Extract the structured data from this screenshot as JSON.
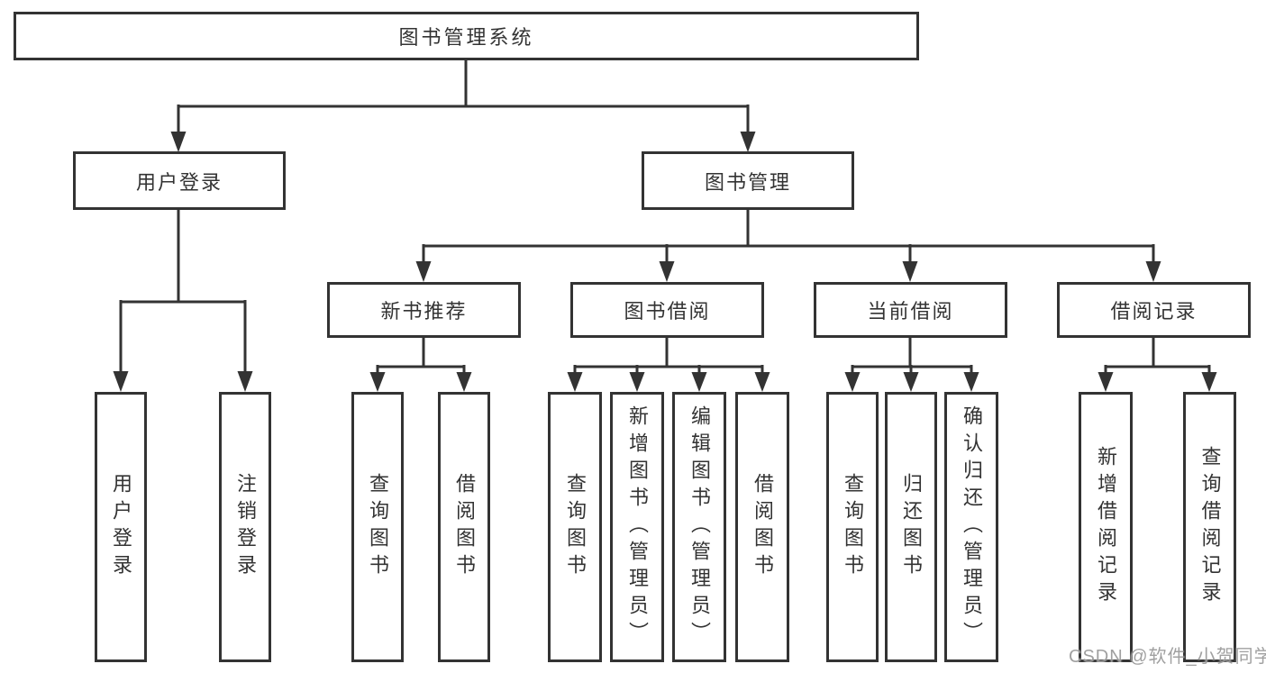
{
  "diagram": {
    "title": "图书管理系统",
    "root": {
      "label": "图书管理系统"
    },
    "level2": [
      {
        "label": "用户登录"
      },
      {
        "label": "图书管理"
      }
    ],
    "level3": [
      {
        "label": "新书推荐"
      },
      {
        "label": "图书借阅"
      },
      {
        "label": "当前借阅"
      },
      {
        "label": "借阅记录"
      }
    ],
    "leaves": {
      "user_login": [
        "用户登录",
        "注销登录"
      ],
      "new_book": [
        "查询图书",
        "借阅图书"
      ],
      "book_borrow": [
        "查询图书",
        "新增图书（管理员）",
        "编辑图书（管理员）",
        "借阅图书"
      ],
      "current_borrow": [
        "查询图书",
        "归还图书",
        "确认归还（管理员）"
      ],
      "borrow_records": [
        "新增借阅记录",
        "查询借阅记录"
      ]
    }
  },
  "watermark": "CSDN @软件_小贺同学",
  "colors": {
    "line": "#333333",
    "text": "#333333",
    "box_background": "#ffffff",
    "watermark": "#999999"
  }
}
